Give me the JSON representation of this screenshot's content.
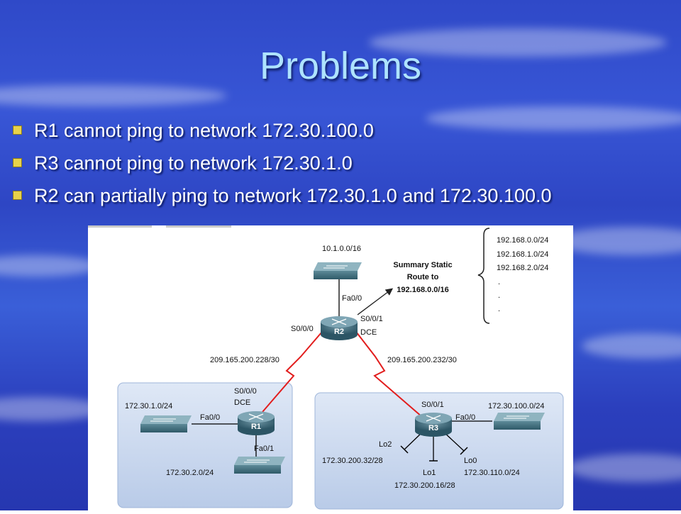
{
  "slide": {
    "title": "Problems",
    "bullets": [
      "R1 cannot ping to network 172.30.100.0",
      "R3 cannot ping to network 172.30.1.0",
      "R2 can partially ping to network 172.30.1.0 and 172.30.100.0"
    ]
  },
  "diagram": {
    "r2": {
      "name": "R2",
      "s000": "S0/0/0",
      "s001": "S0/0/1",
      "dce": "DCE",
      "fa00": "Fa0/0"
    },
    "r1": {
      "name": "R1",
      "s000": "S0/0/0",
      "dce": "DCE",
      "fa00": "Fa0/0",
      "fa01": "Fa0/1"
    },
    "r3": {
      "name": "R3",
      "s001": "S0/0/1",
      "fa00": "Fa0/0",
      "lo0": "Lo0",
      "lo1": "Lo1",
      "lo2": "Lo2"
    },
    "networks": {
      "top_lan": "10.1.0.0/16",
      "link_left": "209.165.200.228/30",
      "link_right": "209.165.200.232/30",
      "r1_lan1": "172.30.1.0/24",
      "r1_lan2": "172.30.2.0/24",
      "r3_lan": "172.30.100.0/24",
      "lo2_net": "172.30.200.32/28",
      "lo1_net": "172.30.200.16/28",
      "lo0_net": "172.30.110.0/24"
    },
    "summary": {
      "line1": "Summary Static",
      "line2": "Route to",
      "line3": "192.168.0.0/16"
    },
    "summary_list": [
      "192.168.0.0/24",
      "192.168.1.0/24",
      "192.168.2.0/24",
      ".",
      ".",
      "."
    ]
  }
}
